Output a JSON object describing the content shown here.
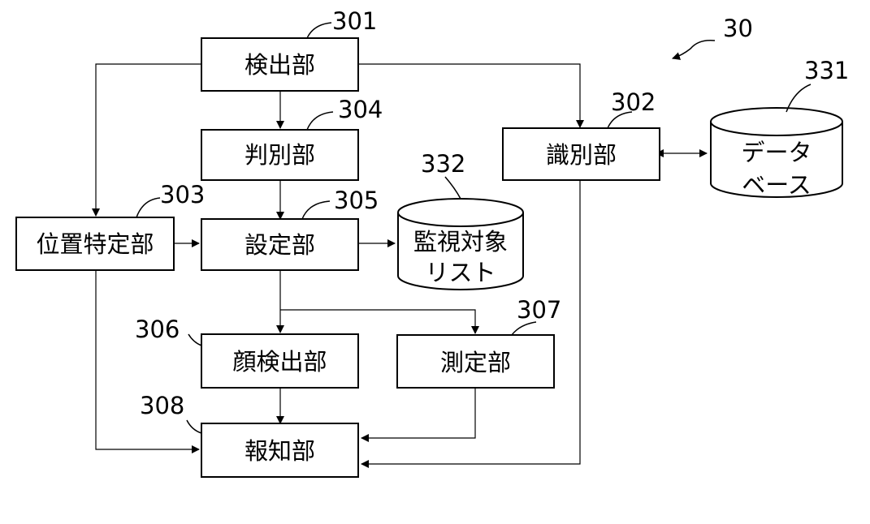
{
  "figure": {
    "system_ref": "30"
  },
  "blocks": {
    "detection": {
      "label": "検出部",
      "ref": "301"
    },
    "identification": {
      "label": "識別部",
      "ref": "302"
    },
    "position": {
      "label": "位置特定部",
      "ref": "303"
    },
    "discrimination": {
      "label": "判別部",
      "ref": "304"
    },
    "setting": {
      "label": "設定部",
      "ref": "305"
    },
    "face_detection": {
      "label": "顔検出部",
      "ref": "306"
    },
    "measurement": {
      "label": "測定部",
      "ref": "307"
    },
    "notification": {
      "label": "報知部",
      "ref": "308"
    }
  },
  "storage": {
    "database": {
      "line1": "データ",
      "line2": "ベース",
      "ref": "331"
    },
    "watch_list": {
      "line1": "監視対象",
      "line2": "リスト",
      "ref": "332"
    }
  }
}
